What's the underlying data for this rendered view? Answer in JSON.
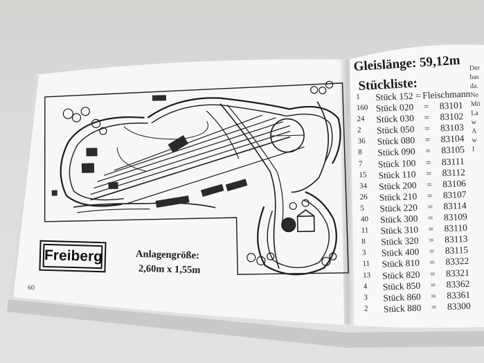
{
  "title_length": "Gleislänge: 59,12m",
  "title_parts": "Stückliste:",
  "parts": [
    {
      "qty": "1",
      "name": "Stück 152",
      "eq": "=",
      "number": "Fleischmann"
    },
    {
      "qty": "160",
      "name": "Stück 020",
      "eq": "=",
      "number": "83101"
    },
    {
      "qty": "24",
      "name": "Stück 030",
      "eq": "=",
      "number": "83102"
    },
    {
      "qty": "2",
      "name": "Stück 050",
      "eq": "=",
      "number": "83103"
    },
    {
      "qty": "36",
      "name": "Stück 080",
      "eq": "=",
      "number": "83104"
    },
    {
      "qty": "8",
      "name": "Stück 090",
      "eq": "=",
      "number": "83105"
    },
    {
      "qty": "7",
      "name": "Stück 100",
      "eq": "=",
      "number": "83111"
    },
    {
      "qty": "15",
      "name": "Stück 110",
      "eq": "=",
      "number": "83112"
    },
    {
      "qty": "34",
      "name": "Stück 200",
      "eq": "=",
      "number": "83106"
    },
    {
      "qty": "26",
      "name": "Stück 210",
      "eq": "=",
      "number": "83107"
    },
    {
      "qty": "5",
      "name": "Stück 220",
      "eq": "=",
      "number": "83114"
    },
    {
      "qty": "40",
      "name": "Stück 300",
      "eq": "=",
      "number": "83109"
    },
    {
      "qty": "11",
      "name": "Stück 310",
      "eq": "=",
      "number": "83110"
    },
    {
      "qty": "8",
      "name": "Stück 320",
      "eq": "=",
      "number": "83113"
    },
    {
      "qty": "3",
      "name": "Stück 400",
      "eq": "=",
      "number": "83115"
    },
    {
      "qty": "11",
      "name": "Stück 810",
      "eq": "=",
      "number": "83322"
    },
    {
      "qty": "13",
      "name": "Stück 820",
      "eq": "=",
      "number": "83321"
    },
    {
      "qty": "4",
      "name": "Stück 850",
      "eq": "=",
      "number": "83362"
    },
    {
      "qty": "3",
      "name": "Stück 860",
      "eq": "=",
      "number": "83361"
    },
    {
      "qty": "2",
      "name": "Stück 880",
      "eq": "=",
      "number": "83300"
    }
  ],
  "logo_text": "Freiberg",
  "size_label": "Anlagengröße:",
  "size_value": "2,60m x 1,55m",
  "page_number": "60",
  "edge_text": [
    "Der",
    "bas",
    "da.",
    "Ne",
    "Mö",
    "La",
    "w",
    "A",
    "w",
    "I"
  ],
  "colors": {
    "paper": "#f7f7f5",
    "ink": "#1a1a1a",
    "background": "#d8d9d6"
  }
}
